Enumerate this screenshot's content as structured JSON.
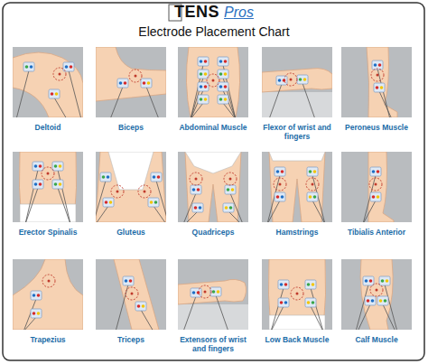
{
  "diagram": {
    "title": "Electrode Placement Chart",
    "nodes": [
      {
        "text": [
          "Deltoid"
        ]
      },
      {
        "text": [
          "Biceps"
        ]
      },
      {
        "text": [
          "Abdominal Muscle"
        ]
      },
      {
        "text": [
          "Flexor of wrist and fingers"
        ]
      },
      {
        "text": [
          "Peroneus Muscle"
        ]
      },
      {
        "text": [
          "Erector Spinalis"
        ]
      },
      {
        "text": [
          "Gluteus"
        ]
      },
      {
        "text": [
          "Quadriceps"
        ]
      },
      {
        "text": [
          "Hamstrings"
        ]
      },
      {
        "text": [
          "Tibialis Anterior"
        ]
      },
      {
        "text": [
          "Trapezius"
        ]
      },
      {
        "text": [
          "Triceps"
        ]
      },
      {
        "text": [
          "Extensors of wrist and fingers"
        ]
      },
      {
        "text": [
          "Low Back Muscle"
        ]
      },
      {
        "text": [
          "Calf Muscle"
        ]
      }
    ],
    "labels": [
      "TENS",
      "Pros"
    ]
  }
}
